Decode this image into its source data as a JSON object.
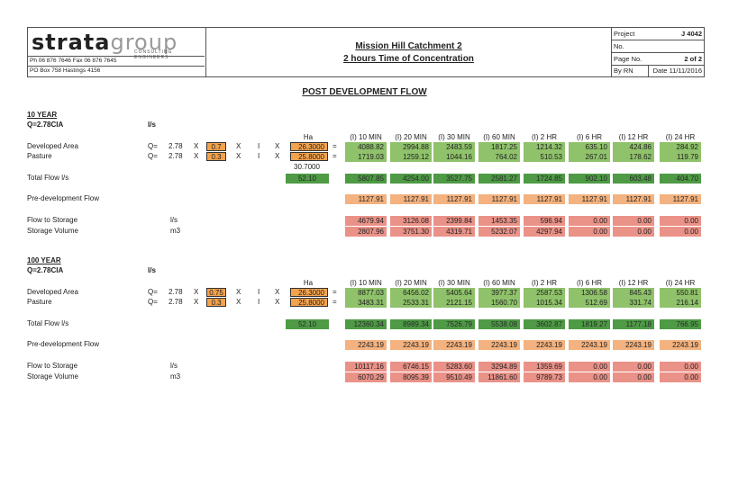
{
  "header": {
    "logo_main": "strata",
    "logo_sub": "group",
    "logo_tagline": "CONSULTING ENGINEERS",
    "phone_fax": "Ph 06 876 7646   Fax 06 876 7645",
    "po_box": "PO Box 758 Hastings 4156",
    "title1": "Mission Hill Catchment 2",
    "title2": "2 hours Time of Concentration",
    "project_label": "Project",
    "project_value": "J 4042",
    "no_label": "No.",
    "page_label": "Page No.",
    "page_value": "2 of 2",
    "by_label": "By  RN",
    "date_label": "Date 11/11/2016"
  },
  "page_title": "POST DEVELOPMENT FLOW",
  "columns": [
    "(I) 10 MIN",
    "(I) 20 MIN",
    "(I) 30 MIN",
    "(I) 60 MIN",
    "(I) 2 HR",
    "(I) 6 HR",
    "(I) 12 HR",
    "(I) 24 HR"
  ],
  "common": {
    "ha_label": "Ha",
    "q_label": "Q=",
    "coef": "2.78",
    "x": "X",
    "i": "I",
    "eq": "=",
    "ls": "l/s",
    "m3": "m3",
    "developed_area": "Developed Area",
    "pasture": "Pasture",
    "total_flow": "Total Flow l/s",
    "predev_flow": "Pre-development Flow",
    "flow_to_storage": "Flow to Storage",
    "storage_volume": "Storage Volume"
  },
  "sections": [
    {
      "title": "10 YEAR",
      "formula": "Q=2.78CIA",
      "unit": "l/s",
      "c_dev": "0.7",
      "c_past": "0.3",
      "ha_dev": "26.3000",
      "ha_past": "25.8000",
      "ha_total": "30.7000",
      "total_ha_cell": "52.10",
      "developed": [
        "4088.82",
        "2994.88",
        "2483.59",
        "1817.25",
        "1214.32",
        "635.10",
        "424.86",
        "284.92"
      ],
      "pasture": [
        "1719.03",
        "1259.12",
        "1044.16",
        "764.02",
        "510.53",
        "267.01",
        "178.62",
        "119.79"
      ],
      "total": [
        "5807.85",
        "4254.00",
        "3527.75",
        "2581.27",
        "1724.85",
        "902.10",
        "603.48",
        "404.70"
      ],
      "predev": [
        "1127.91",
        "1127.91",
        "1127.91",
        "1127.91",
        "1127.91",
        "1127.91",
        "1127.91",
        "1127.91"
      ],
      "storage_flow": [
        "4679.94",
        "3126.08",
        "2399.84",
        "1453.35",
        "596.94",
        "0.00",
        "0.00",
        "0.00"
      ],
      "storage_vol": [
        "2807.96",
        "3751.30",
        "4319.71",
        "5232.07",
        "4297.94",
        "0.00",
        "0.00",
        "0.00"
      ]
    },
    {
      "title": "100 YEAR",
      "formula": "Q=2.78CIA",
      "unit": "l/s",
      "c_dev": "0.75",
      "c_past": "0.3",
      "ha_dev": "26.3000",
      "ha_past": "25.8000",
      "ha_total": "",
      "total_ha_cell": "52.10",
      "developed": [
        "8877.03",
        "6456.02",
        "5405.64",
        "3977.37",
        "2587.53",
        "1306.58",
        "845.43",
        "550.81"
      ],
      "pasture": [
        "3483.31",
        "2533.31",
        "2121.15",
        "1560.70",
        "1015.34",
        "512.69",
        "331.74",
        "216.14"
      ],
      "total": [
        "12360.34",
        "8989.34",
        "7526.79",
        "5538.08",
        "3602.87",
        "1819.27",
        "1177.18",
        "766.95"
      ],
      "predev": [
        "2243.19",
        "2243.19",
        "2243.19",
        "2243.19",
        "2243.19",
        "2243.19",
        "2243.19",
        "2243.19"
      ],
      "storage_flow": [
        "10117.16",
        "6746.15",
        "5283.60",
        "3294.89",
        "1359.69",
        "0.00",
        "0.00",
        "0.00"
      ],
      "storage_vol": [
        "6070.29",
        "8095.39",
        "9510.49",
        "11861.60",
        "9789.73",
        "0.00",
        "0.00",
        "0.00"
      ]
    }
  ]
}
